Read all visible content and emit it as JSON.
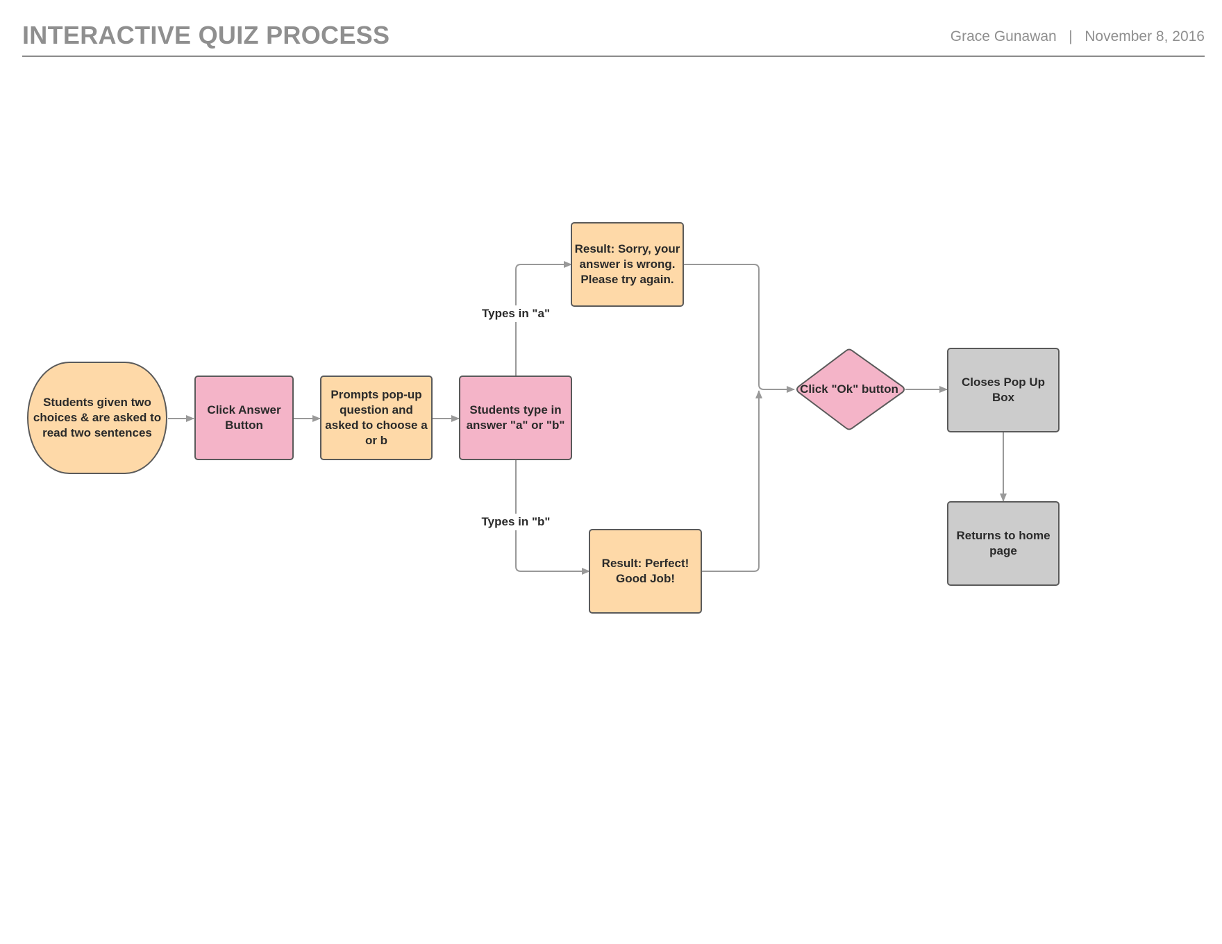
{
  "header": {
    "title": "INTERACTIVE QUIZ PROCESS",
    "author": "Grace Gunawan",
    "separator": "|",
    "date": "November 8, 2016"
  },
  "colors": {
    "peach": "#fed9a8",
    "pink": "#f4b4c8",
    "gray": "#cccccc",
    "stroke": "#5a5a5a",
    "connector": "#999999"
  },
  "nodes": {
    "start": "Students given two choices & are asked to read two sentences",
    "click_answer": "Click Answer Button",
    "prompts": "Prompts pop-up question and asked to choose a or b",
    "type_answer": "Students type in answer \"a\" or \"b\"",
    "result_wrong": "Result: Sorry, your answer is wrong. Please try again.",
    "result_right": "Result: Perfect! Good Job!",
    "click_ok": "Click \"Ok\" button",
    "closes_popup": "Closes Pop Up Box",
    "returns_home": "Returns to home page"
  },
  "edges": {
    "types_a": "Types in \"a\"",
    "types_b": "Types in \"b\""
  }
}
